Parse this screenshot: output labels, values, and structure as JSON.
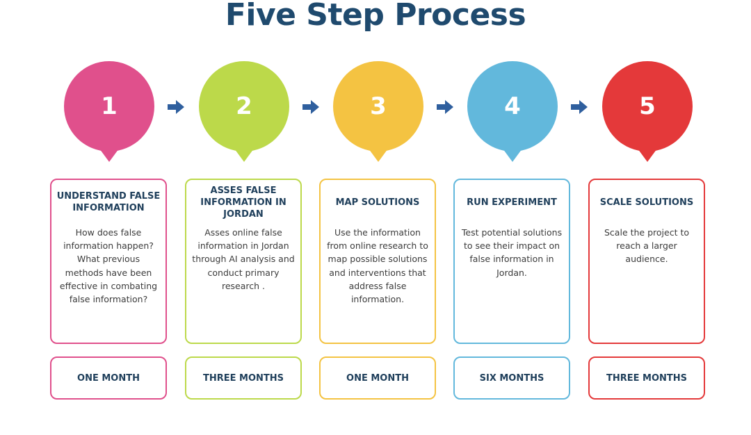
{
  "title": "Five Step Process",
  "steps": [
    {
      "number": "1",
      "heading": "UNDERSTAND FALSE INFORMATION",
      "description": "How does false information happen? What previous methods have been effective in combating false information?",
      "duration": "ONE MONTH",
      "color": "#e0508c"
    },
    {
      "number": "2",
      "heading": "ASSES FALSE INFORMATION IN JORDAN",
      "description": "Asses online false information in Jordan through AI analysis and conduct primary research .",
      "duration": "THREE MONTHS",
      "color": "#bcd94a"
    },
    {
      "number": "3",
      "heading": "MAP SOLUTIONS",
      "description": "Use the information from online research to map possible solutions and interventions that address false information.",
      "duration": "ONE MONTH",
      "color": "#f4c342"
    },
    {
      "number": "4",
      "heading": "RUN EXPERIMENT",
      "description": "Test potential solutions to see their impact on false information in Jordan.",
      "duration": "SIX MONTHS",
      "color": "#62b8dc"
    },
    {
      "number": "5",
      "heading": "SCALE SOLUTIONS",
      "description": "Scale the project to reach a larger audience.",
      "duration": "THREE MONTHS",
      "color": "#e4393a"
    }
  ],
  "arrow_color": "#2f5f9e",
  "title_color": "#1f4a6e"
}
